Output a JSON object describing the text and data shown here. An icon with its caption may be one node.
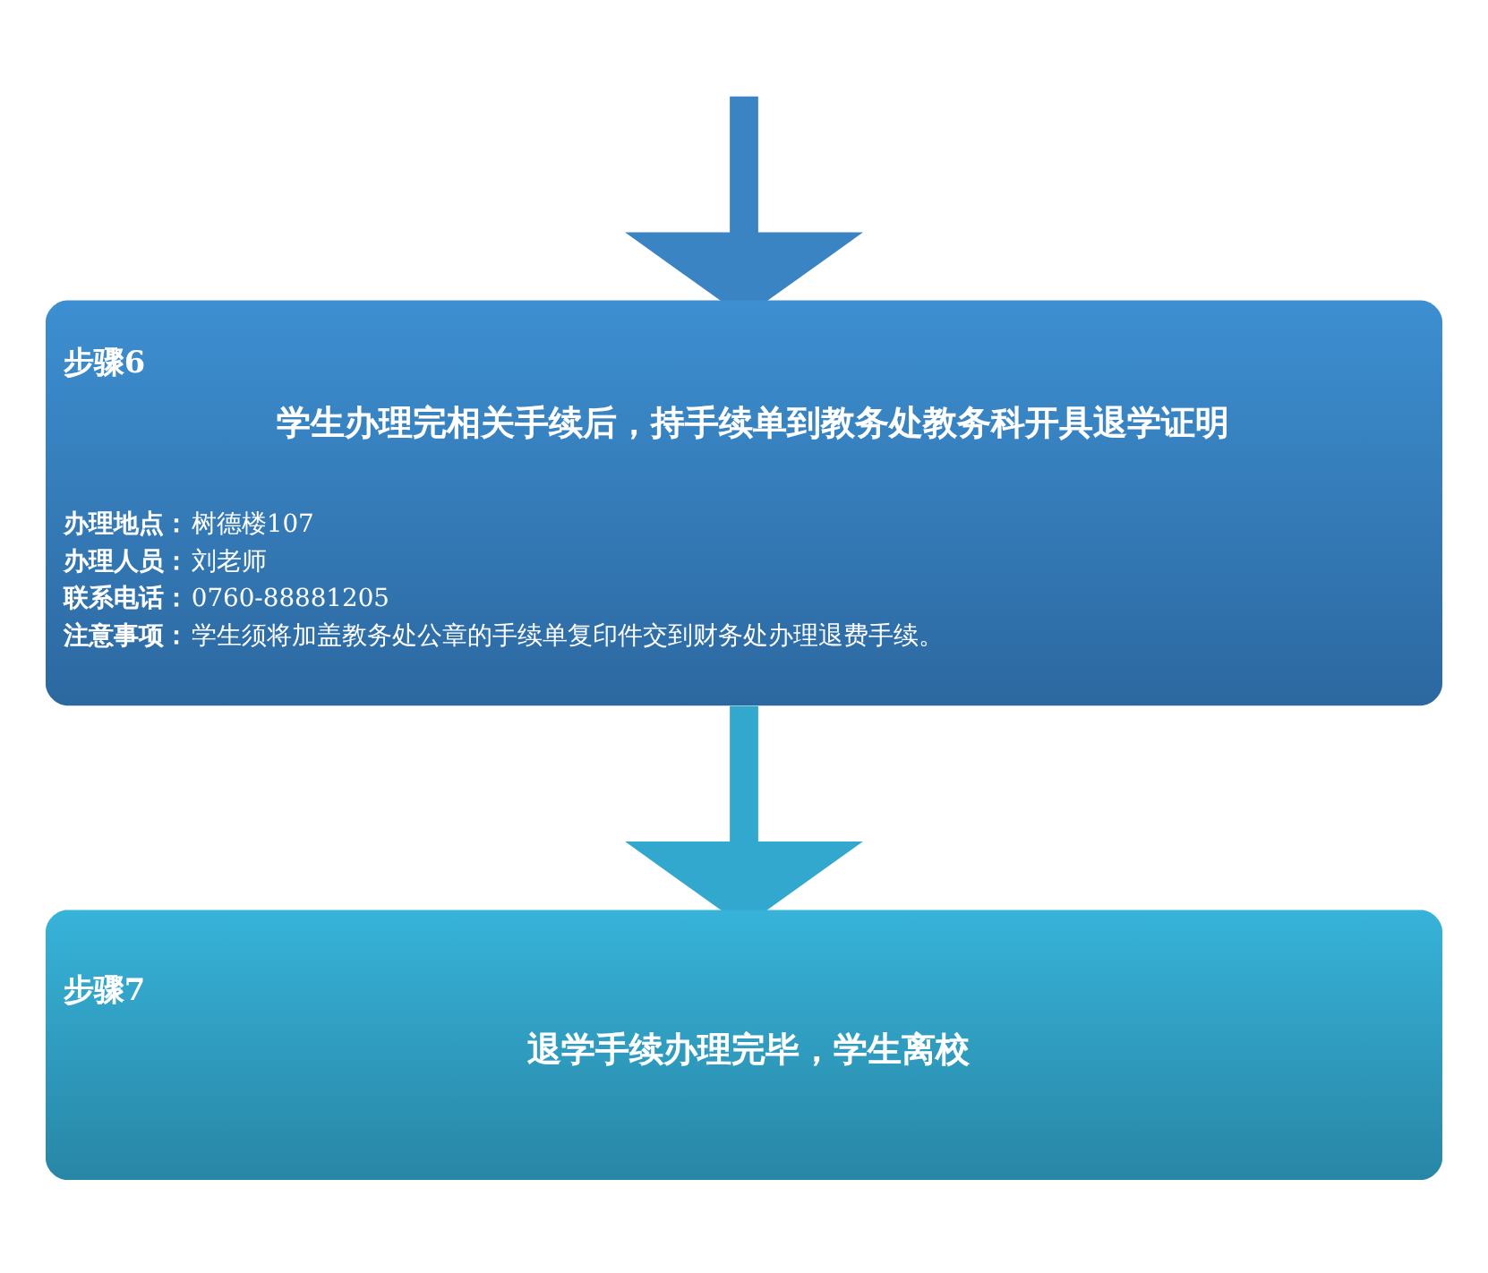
{
  "diagram": {
    "nodes": [
      {
        "text": [
          "步骤6",
          "学生办理完相关手续后，持手续单到教务处教务科开具退学证明",
          "**办理地点：**树德楼107",
          "**办理人员：**刘老师",
          "**联系电话：**0760-88881205",
          "**注意事项：**学生须将加盖教务处公章的手续单复印件交到财务处办理退费手续。"
        ]
      },
      {
        "text": [
          "步骤7",
          "退学手续办理完毕，学生离校"
        ]
      }
    ],
    "edges": [
      {
        "from": null,
        "to": 0,
        "arrow": "to",
        "color": "#3a84c4"
      },
      {
        "from": 0,
        "to": 1,
        "arrow": "to",
        "color": "#33a8cf"
      }
    ]
  }
}
